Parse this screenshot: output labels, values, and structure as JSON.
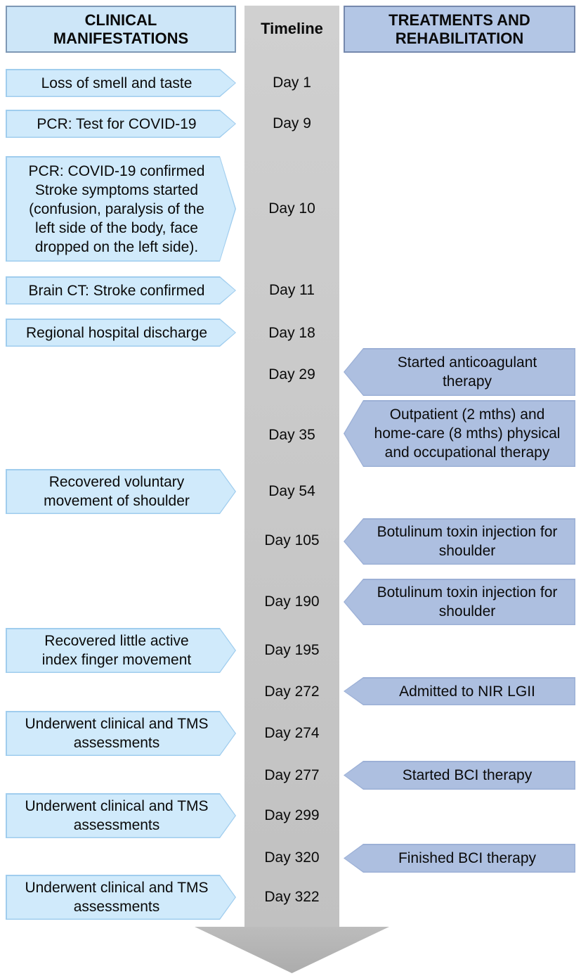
{
  "figure_title": "COVID-19 stroke case clinical timeline",
  "headers": {
    "left": "CLINICAL\nMANIFESTATIONS",
    "middle": "Timeline",
    "right": "TREATMENTS AND\nREHABILITATION"
  },
  "events": [
    {
      "day": "Day 1",
      "side": "left",
      "text": "Loss of smell and taste"
    },
    {
      "day": "Day 9",
      "side": "left",
      "text": "PCR: Test for COVID-19"
    },
    {
      "day": "Day 10",
      "side": "left",
      "text": "PCR: COVID-19 confirmed\nStroke symptoms started\n(confusion, paralysis of the\nleft side of the body, face\ndropped on the left side)."
    },
    {
      "day": "Day 11",
      "side": "left",
      "text": "Brain CT: Stroke confirmed"
    },
    {
      "day": "Day 18",
      "side": "left",
      "text": "Regional hospital discharge"
    },
    {
      "day": "Day 29",
      "side": "right",
      "text": "Started anticoagulant\ntherapy"
    },
    {
      "day": "Day 35",
      "side": "right",
      "text": "Outpatient (2 mths) and\nhome-care (8 mths) physical\nand occupational therapy"
    },
    {
      "day": "Day 54",
      "side": "left",
      "text": "Recovered voluntary\nmovement of shoulder"
    },
    {
      "day": "Day 105",
      "side": "right",
      "text": "Botulinum toxin injection for\nshoulder"
    },
    {
      "day": "Day 190",
      "side": "right",
      "text": "Botulinum toxin injection for\nshoulder"
    },
    {
      "day": "Day 195",
      "side": "left",
      "text": "Recovered little active\nindex finger movement"
    },
    {
      "day": "Day 272",
      "side": "right",
      "text": "Admitted to NIR LGII"
    },
    {
      "day": "Day 274",
      "side": "left",
      "text": "Underwent clinical and TMS\nassessments"
    },
    {
      "day": "Day 277",
      "side": "right",
      "text": "Started BCI therapy"
    },
    {
      "day": "Day 299",
      "side": "left",
      "text": "Underwent clinical and TMS\nassessments"
    },
    {
      "day": "Day 320",
      "side": "right",
      "text": "Finished BCI therapy"
    },
    {
      "day": "Day 322",
      "side": "left",
      "text": "Underwent clinical and TMS\nassessments"
    }
  ],
  "colors": {
    "clinical_box_fill": "#d0eafb",
    "clinical_box_border": "#a0cdee",
    "clinical_header_fill": "#cde6f8",
    "clinical_header_border": "#7e98b5",
    "treatment_box_fill": "#adbfe0",
    "treatment_box_border": "#9cb0d6",
    "treatment_header_fill": "#b3c6e5",
    "treatment_header_border": "#7588ad",
    "timeline_shaft": "#c9c9c9",
    "timeline_arrowhead": "#b5b5b5",
    "text": "#0a0a0a"
  }
}
